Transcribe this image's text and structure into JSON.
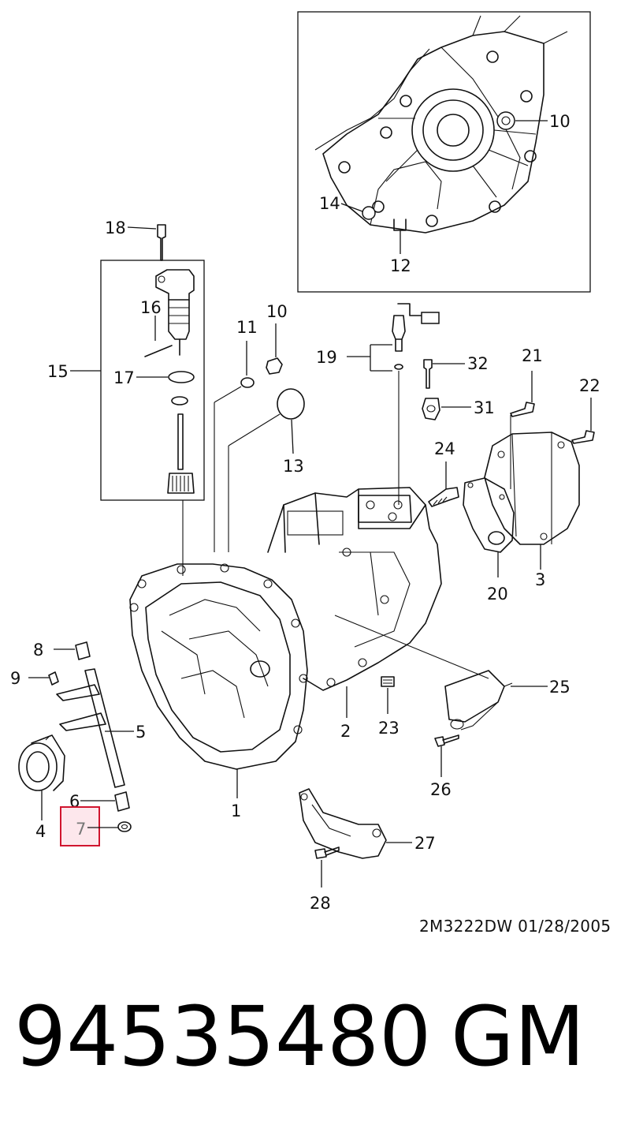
{
  "callouts": {
    "c1": "1",
    "c2": "2",
    "c3": "3",
    "c4": "4",
    "c5": "5",
    "c6": "6",
    "c7": "7",
    "c8": "8",
    "c9": "9",
    "c10a": "10",
    "c10b": "10",
    "c11": "11",
    "c12": "12",
    "c13": "13",
    "c14": "14",
    "c15": "15",
    "c16": "16",
    "c17": "17",
    "c18": "18",
    "c19": "19",
    "c20": "20",
    "c21": "21",
    "c22": "22",
    "c23": "23",
    "c24": "24",
    "c25": "25",
    "c26": "26",
    "c27": "27",
    "c28": "28",
    "c31": "31",
    "c32": "32"
  },
  "highlighted_part": "7",
  "highlight_color": "#d0152e",
  "reference_code": "2M3222DW  01/28/2005",
  "part_number": "94535480",
  "brand": "GM"
}
